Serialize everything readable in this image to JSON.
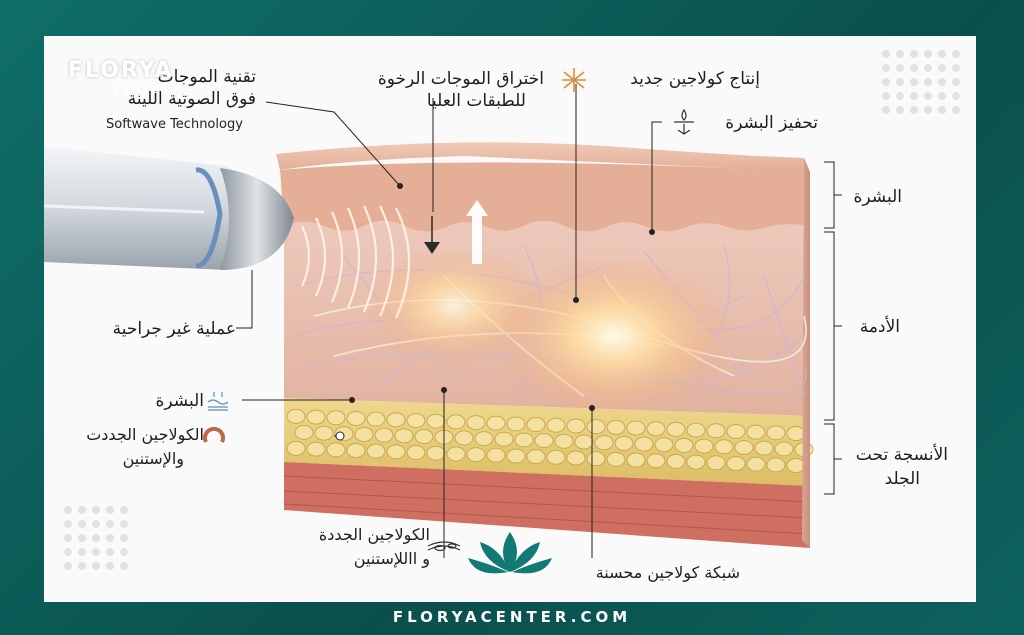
{
  "branding": {
    "logo_text": "FLORYA",
    "logo_sub": "CENTER",
    "footer_url": "FLORYACENTER.COM",
    "frame_color": "#0b5a57"
  },
  "labels": {
    "softwave_ar_line1": "تقنية الموجات",
    "softwave_ar_line2": "فوق الصوتية اللينة",
    "softwave_en": "Softwave Technology",
    "penetration_line1": "اختراق الموجات الرخوة",
    "penetration_line2": "للطبقات العليا",
    "new_collagen": "إنتاج كولاجين جديد",
    "skin_stimulation": "تحفيز البشرة",
    "epidermis_right": "البشرة",
    "dermis_right": "الأدمة",
    "subcutis_line1": "الأنسجة تحت",
    "subcutis_line2": "الجلد",
    "non_surgical": "عملية غير جراحية",
    "epidermis_left": "البشرة",
    "renewed_collagen_line1": "الكولاجين الجددت",
    "renewed_collagen_line2": "والإستنين",
    "new_collagen_elastin_line1": "الكولاجين الجددة",
    "new_collagen_elastin_line2": "و االلإستنين",
    "improved_network": "شبكة كولاجين محسنة"
  },
  "icons": {
    "collagen": "collagen-burst-icon",
    "stimulation": "skin-stimulation-icon",
    "epidermis": "skin-layer-icon",
    "renewed": "collagen-ring-icon",
    "fibers": "fiber-cells-icon",
    "logo": "lotus-logo-icon"
  },
  "colors": {
    "epidermis": "#e7b7a4",
    "dermis": "#e9c2b4",
    "fat": "#e9cf7d",
    "muscle": "#c8655a",
    "glow": "#fff0b0"
  }
}
